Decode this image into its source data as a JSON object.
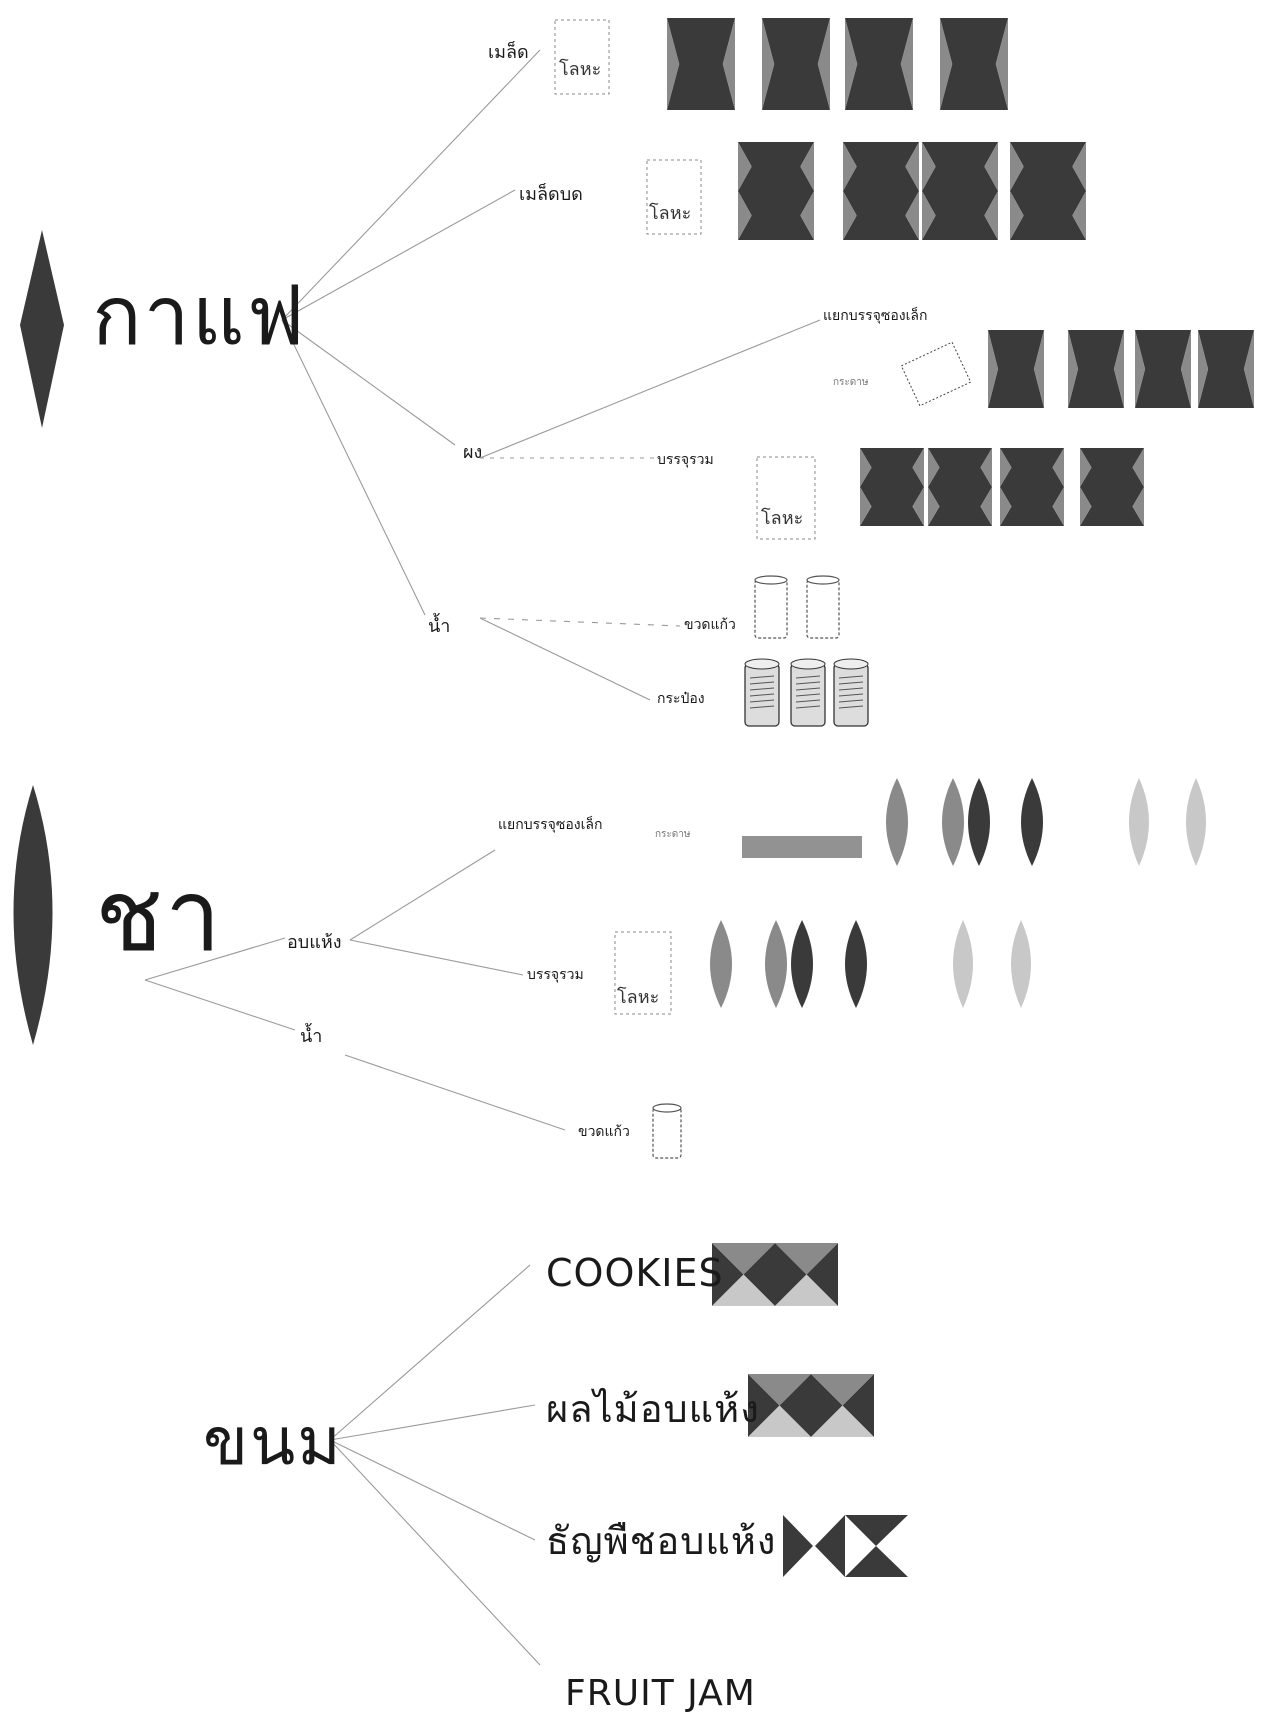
{
  "coffee": {
    "title": "กาแฟ",
    "beans": "เมล็ด",
    "ground": "เมล็ดบด",
    "powder": "ผง",
    "single_pack": "แยกบรรจุซองเล็ก",
    "paper": "กระดาษ",
    "bulk_pack": "บรรจุรวม",
    "liquid": "น้ำ",
    "glass_bottle": "ขวดแก้ว",
    "can": "กระป๋อง",
    "metal": "โลหะ"
  },
  "tea": {
    "title": "ชา",
    "dried": "อบแห้ง",
    "single_pack": "แยกบรรจุซองเล็ก",
    "paper": "กระดาษ",
    "bulk_pack": "บรรจุรวม",
    "metal": "โลหะ",
    "liquid": "น้ำ",
    "glass_bottle": "ขวดแก้ว"
  },
  "snack": {
    "title": "ขนม",
    "cookies": "COOKIES",
    "dried_fruit": "ผลไม้อบแห้ง",
    "dried_grain": "ธัญพืชอบแห้ง",
    "fruit_jam": "FRUIT JAM"
  },
  "colors": {
    "ink": "#222222",
    "dark": "#3a3a3a",
    "mid": "#8a8a8a",
    "light": "#c8c8c8"
  }
}
